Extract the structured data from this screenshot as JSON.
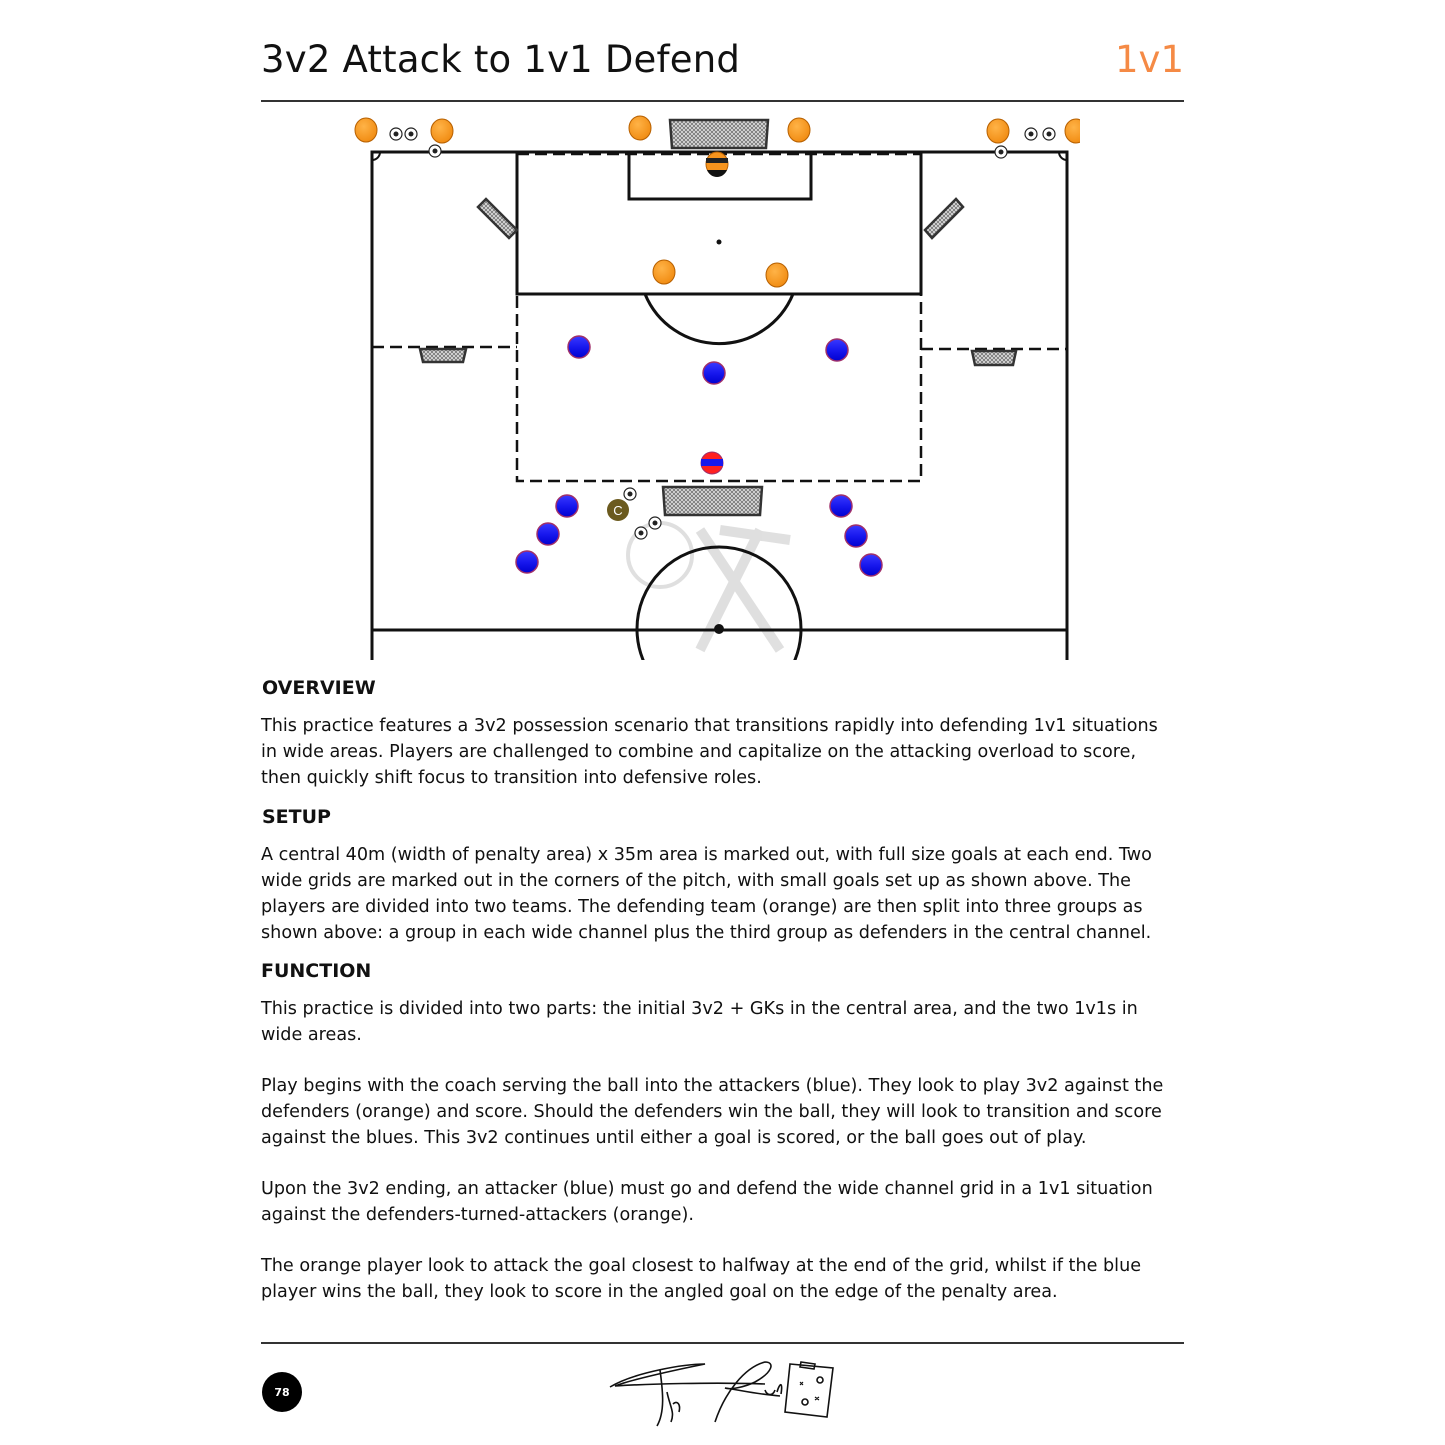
{
  "header": {
    "title": "3v2 Attack to 1v1 Defend",
    "badge": "1v1",
    "badge_color": "#f58a45"
  },
  "diagram": {
    "team_colors": {
      "defenders": "#f7941d",
      "attackers": "#1a1aff",
      "coach": "#6b5a1e"
    },
    "coach_label": "C"
  },
  "sections": [
    {
      "heading": "OVERVIEW",
      "paragraphs": [
        [
          "This practice features a 3v2 possession scenario that transitions rapidly into defending 1v1 situations",
          "in wide areas. Players are challenged to combine and capitalize on the attacking overload to score,",
          "then quickly shift focus to transition into defensive roles."
        ]
      ]
    },
    {
      "heading": "SETUP",
      "paragraphs": [
        [
          "A central 40m (width of penalty area) x 35m area is marked out, with full size goals at each end. Two",
          "wide grids are marked out in the corners of the pitch, with small goals set up as shown above. The",
          "players are divided into two teams. The defending team (orange) are then split into three groups as",
          "shown above: a group in each wide channel plus the third group as defenders in the central channel."
        ]
      ]
    },
    {
      "heading": "FUNCTION",
      "paragraphs": [
        [
          "This practice is divided into two parts: the initial 3v2 + GKs in the central area, and the two 1v1s in",
          "wide areas."
        ],
        [
          "Play begins with the coach serving the ball into the attackers (blue). They look to play 3v2 against the",
          "defenders (orange) and score. Should the defenders win the ball, they will look to transition and score",
          "against the blues. This 3v2 continues until either a goal is scored, or the ball goes out of play."
        ],
        [
          "Upon the 3v2 ending, an attacker (blue) must go and defend the wide channel grid in a 1v1 situation",
          "against the defenders-turned-attackers (orange)."
        ],
        [
          "The orange player look to attack the goal closest to halfway at the end of the grid, whilst if the blue",
          "player wins the ball, they look to score in the angled goal on the edge of the penalty area."
        ]
      ]
    }
  ],
  "footer": {
    "page_number": "78",
    "signature": "Troy Reid"
  }
}
